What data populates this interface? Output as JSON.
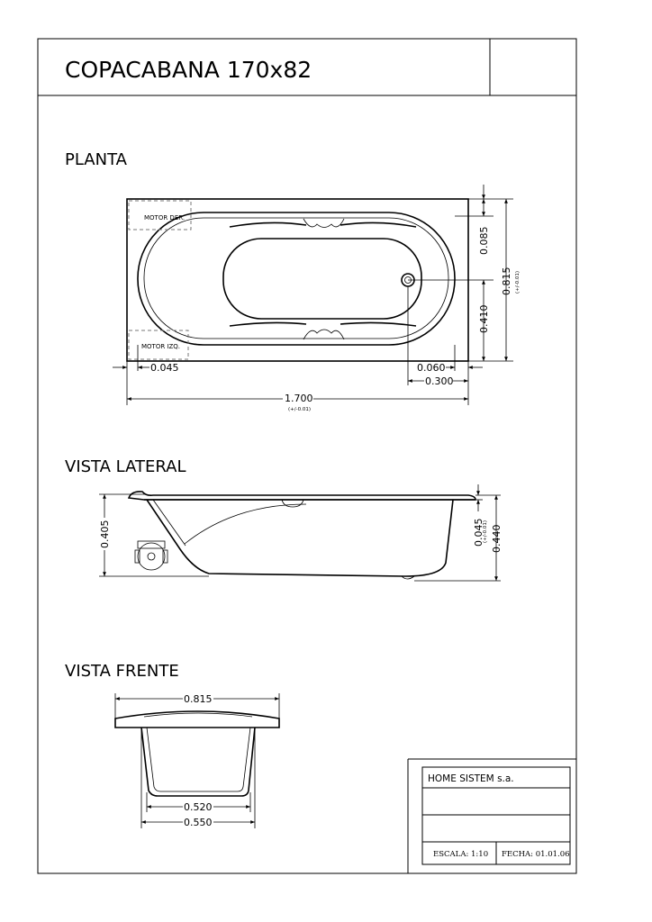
{
  "title": "COPACABANA 170x82",
  "sections": {
    "plan": "PLANTA",
    "side": "VISTA LATERAL",
    "front": "VISTA FRENTE"
  },
  "plan_dims": {
    "d_0085": "0.085",
    "d_0815": "0.815",
    "d_0815_tol": "(+/-0.01)",
    "d_0410": "0.410",
    "d_0045": "0.045",
    "d_0060": "0.060",
    "d_0300": "0.300",
    "d_1700": "1.700",
    "d_1700_tol": "(+/-0.01)",
    "motor_der": "MOTOR DER.",
    "motor_izq": "MOTOR IZQ."
  },
  "side_dims": {
    "d_0405": "0.405",
    "d_0045": "0.045",
    "d_0045_tol": "(+/-0.01)",
    "d_0440": "0.440"
  },
  "front_dims": {
    "d_0815": "0.815",
    "d_0520": "0.520",
    "d_0550": "0.550"
  },
  "title_block": {
    "company": "HOME SISTEM s.a.",
    "scale": "ESCALA: 1:10",
    "date": "FECHA: 01.01.06"
  }
}
